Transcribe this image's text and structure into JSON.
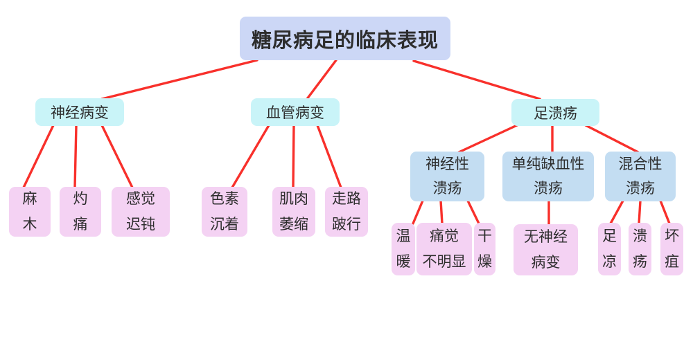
{
  "diagram": {
    "root": {
      "label": "糖尿病足的临床表现"
    },
    "branches": [
      {
        "label": "神经病变",
        "children": [
          {
            "label": "麻\n木"
          },
          {
            "label": "灼\n痛"
          },
          {
            "label": "感觉\n迟钝"
          }
        ]
      },
      {
        "label": "血管病变",
        "children": [
          {
            "label": "色素\n沉着"
          },
          {
            "label": "肌肉\n萎缩"
          },
          {
            "label": "走路\n跛行"
          }
        ]
      },
      {
        "label": "足溃疡",
        "children": [
          {
            "label": "神经性\n溃疡",
            "children": [
              {
                "label": "温\n暖"
              },
              {
                "label": "痛觉\n不明显"
              },
              {
                "label": "干\n燥"
              }
            ]
          },
          {
            "label": "单纯缺血性\n溃疡",
            "children": [
              {
                "label": "无神经\n病变"
              }
            ]
          },
          {
            "label": "混合性\n溃疡",
            "children": [
              {
                "label": "足\n凉"
              },
              {
                "label": "溃\n疡"
              },
              {
                "label": "坏\n疽"
              }
            ]
          }
        ]
      }
    ],
    "colors": {
      "root_fill": "#ccd7f6",
      "branch_fill": "#c9f4f8",
      "ulcer_type_fill": "#c3ddf2",
      "leaf_fill": "#f4d2f3",
      "connector": "#f8302b",
      "text": "#2d2d2d",
      "background": "#ffffff"
    }
  }
}
